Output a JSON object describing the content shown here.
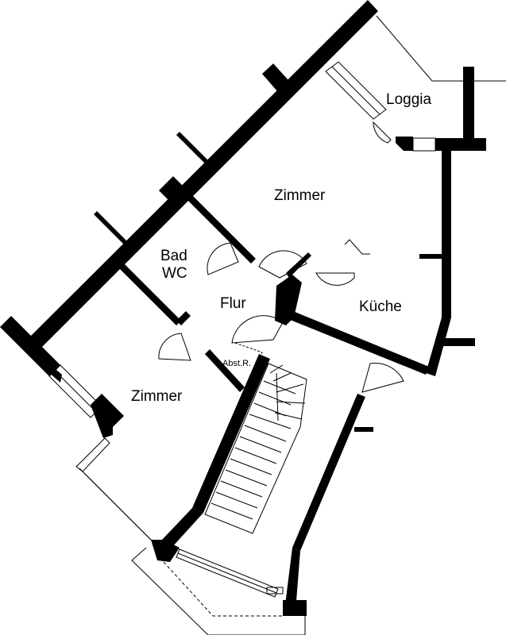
{
  "floor_plan": {
    "rooms": {
      "loggia": "Loggia",
      "zimmer_top": "Zimmer",
      "bad": "Bad",
      "wc": "WC",
      "flur": "Flur",
      "kueche": "Küche",
      "abstellraum": "Abst.R.",
      "zimmer_bottom": "Zimmer"
    },
    "colors": {
      "wall": "#000000",
      "background": "#ffffff"
    }
  }
}
